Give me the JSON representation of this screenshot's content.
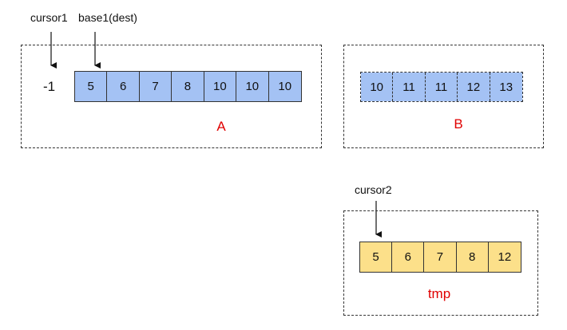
{
  "annotations": {
    "cursor1": "cursor1",
    "base1": "base1(dest)",
    "cursor2": "cursor2",
    "minus_one": "-1"
  },
  "arrays": {
    "A": {
      "label": "A",
      "values": [
        "5",
        "6",
        "7",
        "8",
        "10",
        "10",
        "10"
      ]
    },
    "B": {
      "label": "B",
      "values": [
        "10",
        "11",
        "11",
        "12",
        "13"
      ]
    },
    "tmp": {
      "label": "tmp",
      "values": [
        "5",
        "6",
        "7",
        "8",
        "12"
      ]
    }
  },
  "colors": {
    "blue_cell": "#a4c2f4",
    "yellow_cell": "#fce08a",
    "label_red": "#e00000"
  }
}
